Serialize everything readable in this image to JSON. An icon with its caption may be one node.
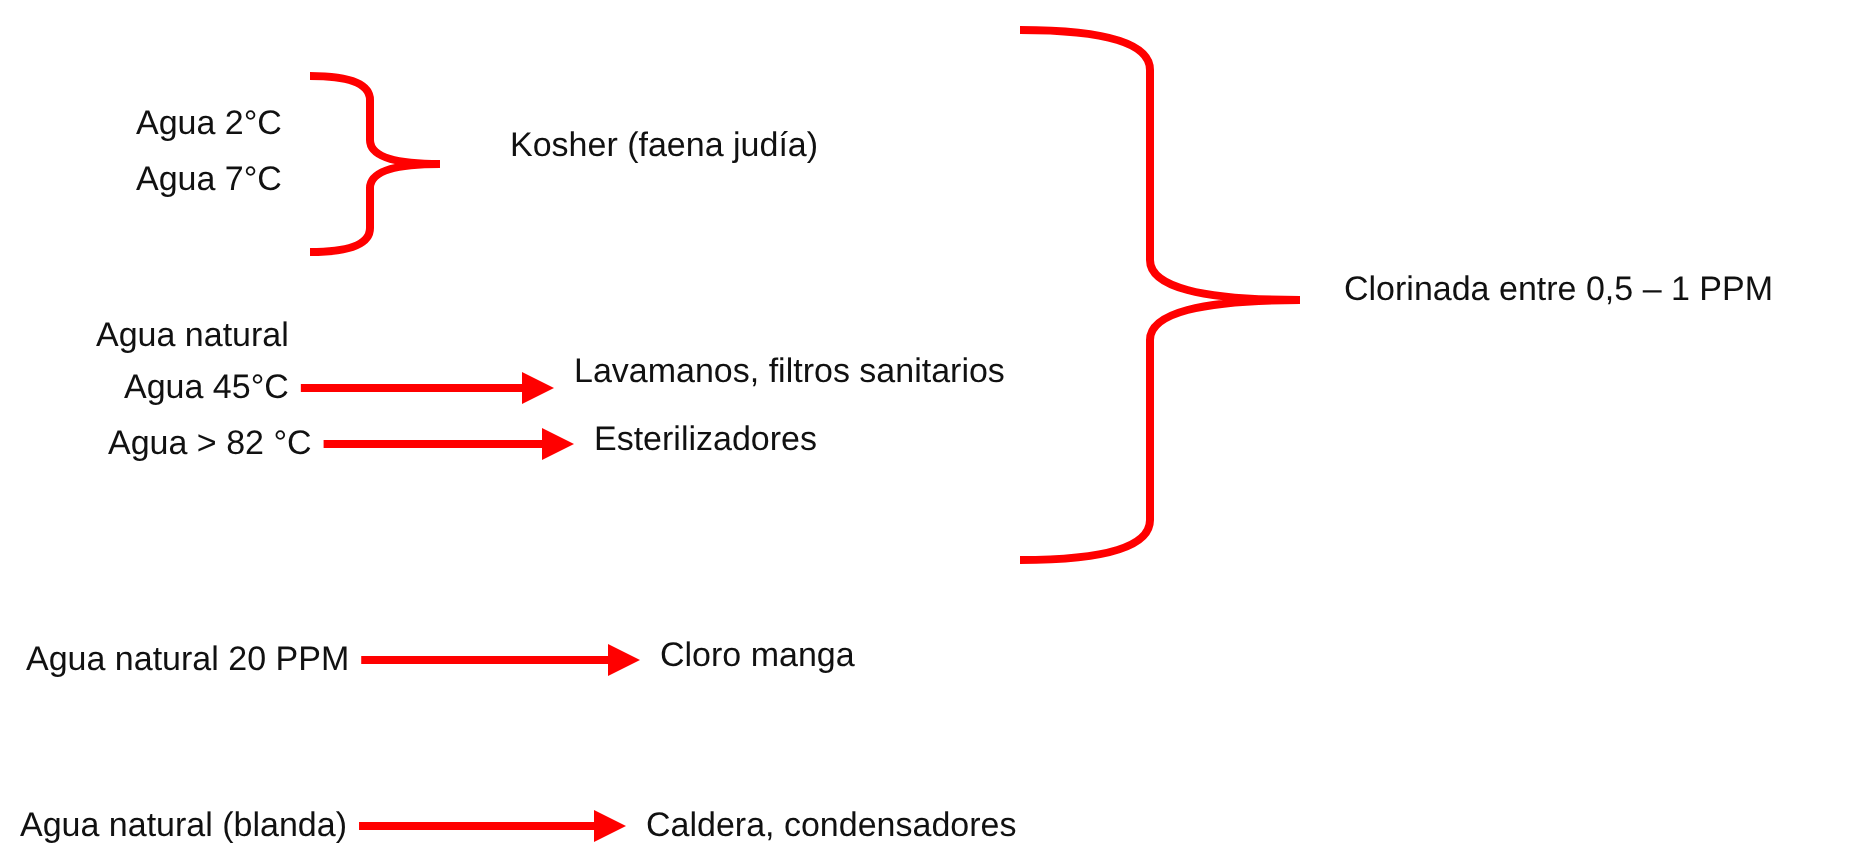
{
  "diagram": {
    "nodes": [
      {
        "text": [
          "Agua 45°C"
        ]
      },
      {
        "text": [
          "Lavamanos, filtros sanitarios"
        ]
      },
      {
        "text": [
          "Agua > 82 °C"
        ]
      },
      {
        "text": [
          "Esterilizadores"
        ]
      },
      {
        "text": [
          "Agua natural 20 PPM"
        ]
      },
      {
        "text": [
          "Cloro manga"
        ]
      },
      {
        "text": [
          "Agua natural (blanda)"
        ]
      },
      {
        "text": [
          "Caldera, condensadores"
        ]
      }
    ],
    "edges": [
      {
        "from": 0,
        "to": 1,
        "arrow": "to"
      },
      {
        "from": 2,
        "to": 3,
        "arrow": "to"
      },
      {
        "from": 4,
        "to": 5,
        "arrow": "to"
      },
      {
        "from": 6,
        "to": 7,
        "arrow": "to"
      }
    ],
    "labels": [
      "Agua 2°C",
      "Agua 7°C",
      "Kosher (faena judía)",
      "Clorinada entre 0,5 – 1 PPM",
      "Agua natural"
    ]
  }
}
